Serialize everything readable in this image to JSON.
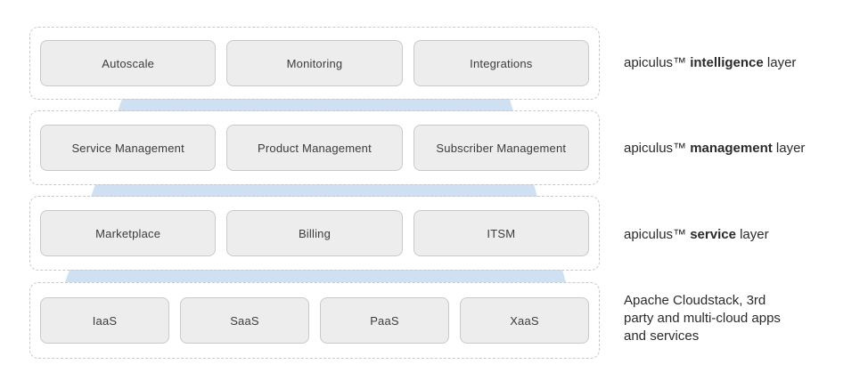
{
  "layers": [
    {
      "nodes": [
        "Autoscale",
        "Monitoring",
        "Integrations"
      ],
      "label": {
        "prefix": "apiculus™ ",
        "bold": "intelligence",
        "suffix": " layer"
      }
    },
    {
      "nodes": [
        "Service Management",
        "Product Management",
        "Subscriber Management"
      ],
      "label": {
        "prefix": "apiculus™ ",
        "bold": "management",
        "suffix": " layer"
      }
    },
    {
      "nodes": [
        "Marketplace",
        "Billing",
        "ITSM"
      ],
      "label": {
        "prefix": "apiculus™ ",
        "bold": "service",
        "suffix": " layer"
      }
    },
    {
      "nodes": [
        "IaaS",
        "SaaS",
        "PaaS",
        "XaaS"
      ],
      "label": {
        "lines": [
          "Apache Cloudstack, 3rd",
          "party and multi-cloud apps",
          "and services"
        ]
      }
    }
  ],
  "colors": {
    "background": "#ffffff",
    "connector_blue": "#cfe0f2",
    "node_fill": "#ededed",
    "node_border": "#c9c9c9",
    "layer_dashed_border": "#c9c9c9",
    "node_text": "#3c3c3c",
    "label_text": "#2b2b2b"
  }
}
